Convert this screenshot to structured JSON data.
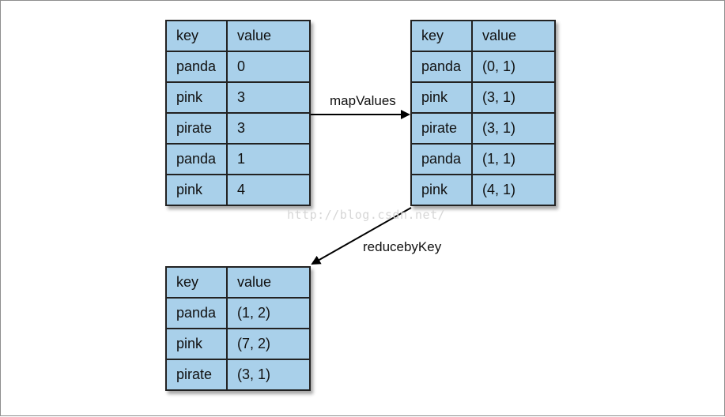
{
  "input_table": {
    "headers": [
      "key",
      "value"
    ],
    "rows": [
      [
        "panda",
        "0"
      ],
      [
        "pink",
        "3"
      ],
      [
        "pirate",
        "3"
      ],
      [
        "panda",
        "1"
      ],
      [
        "pink",
        "4"
      ]
    ]
  },
  "mapped_table": {
    "headers": [
      "key",
      "value"
    ],
    "rows": [
      [
        "panda",
        "(0, 1)"
      ],
      [
        "pink",
        "(3, 1)"
      ],
      [
        "pirate",
        "(3, 1)"
      ],
      [
        "panda",
        "(1, 1)"
      ],
      [
        "pink",
        "(4, 1)"
      ]
    ]
  },
  "reduced_table": {
    "headers": [
      "key",
      "value"
    ],
    "rows": [
      [
        "panda",
        "(1, 2)"
      ],
      [
        "pink",
        "(7, 2)"
      ],
      [
        "pirate",
        "(3, 1)"
      ]
    ]
  },
  "operations": {
    "map_values": "mapValues",
    "reduce_by_key": "reducebyKey"
  },
  "watermark": "http://blog.csdn.net/",
  "colors": {
    "cell_fill": "#a9d0ea",
    "border": "#222222",
    "arrow": "#000000"
  }
}
